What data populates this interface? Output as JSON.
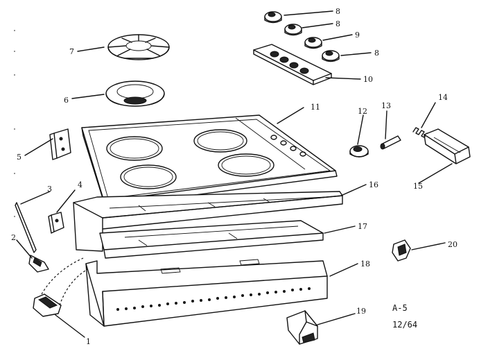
{
  "diagram": {
    "callouts": [
      {
        "id": "c1",
        "text": "1"
      },
      {
        "id": "c2",
        "text": "2"
      },
      {
        "id": "c3",
        "text": "3"
      },
      {
        "id": "c4",
        "text": "4"
      },
      {
        "id": "c5",
        "text": "5"
      },
      {
        "id": "c6",
        "text": "6"
      },
      {
        "id": "c7",
        "text": "7"
      },
      {
        "id": "c8a",
        "text": "8"
      },
      {
        "id": "c8b",
        "text": "8"
      },
      {
        "id": "c9",
        "text": "9"
      },
      {
        "id": "c8c",
        "text": "8"
      },
      {
        "id": "c10",
        "text": "10"
      },
      {
        "id": "c11",
        "text": "11"
      },
      {
        "id": "c12",
        "text": "12"
      },
      {
        "id": "c13",
        "text": "13"
      },
      {
        "id": "c14",
        "text": "14"
      },
      {
        "id": "c15",
        "text": "15"
      },
      {
        "id": "c16",
        "text": "16"
      },
      {
        "id": "c17",
        "text": "17"
      },
      {
        "id": "c18",
        "text": "18"
      },
      {
        "id": "c19",
        "text": "19"
      },
      {
        "id": "c20",
        "text": "20"
      }
    ],
    "page_code": "A-5",
    "date_code": "12/64"
  }
}
